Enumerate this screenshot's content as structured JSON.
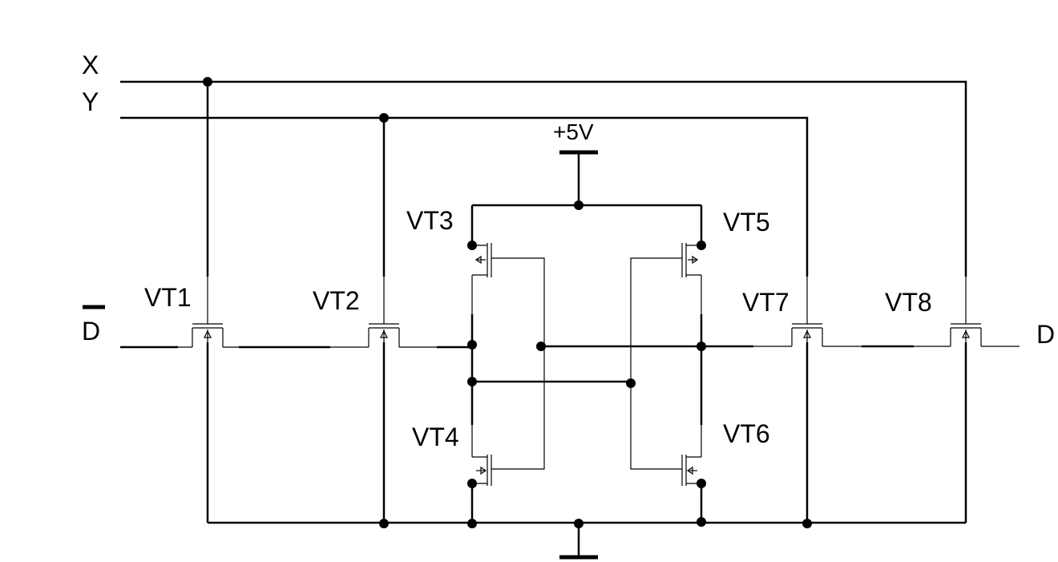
{
  "inputs": {
    "x": "X",
    "y": "Y"
  },
  "supply": {
    "label": "+5V"
  },
  "data_lines": {
    "d_bar": "D",
    "d": "D"
  },
  "transistors": {
    "vt1": "VT1",
    "vt2": "VT2",
    "vt3": "VT3",
    "vt4": "VT4",
    "vt5": "VT5",
    "vt6": "VT6",
    "vt7": "VT7",
    "vt8": "VT8"
  }
}
